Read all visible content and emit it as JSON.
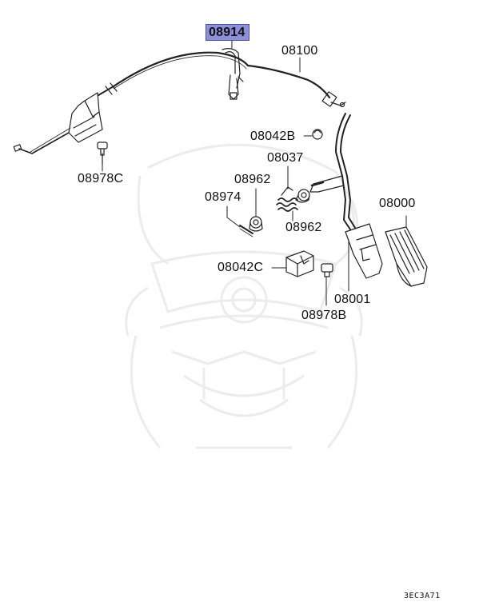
{
  "labels": {
    "p08914": "08914",
    "p08100": "08100",
    "p08042B": "08042B",
    "p08037": "08037",
    "p08962a": "08962",
    "p08974": "08974",
    "p08962b": "08962",
    "p08000": "08000",
    "p08042C": "08042C",
    "p08001": "08001",
    "p08978B": "08978B",
    "p08978C": "08978C"
  },
  "highlight_color": "#8d8fd8",
  "diagram_code": "3EC3A71",
  "watermark": "samurai-helmet-logo"
}
